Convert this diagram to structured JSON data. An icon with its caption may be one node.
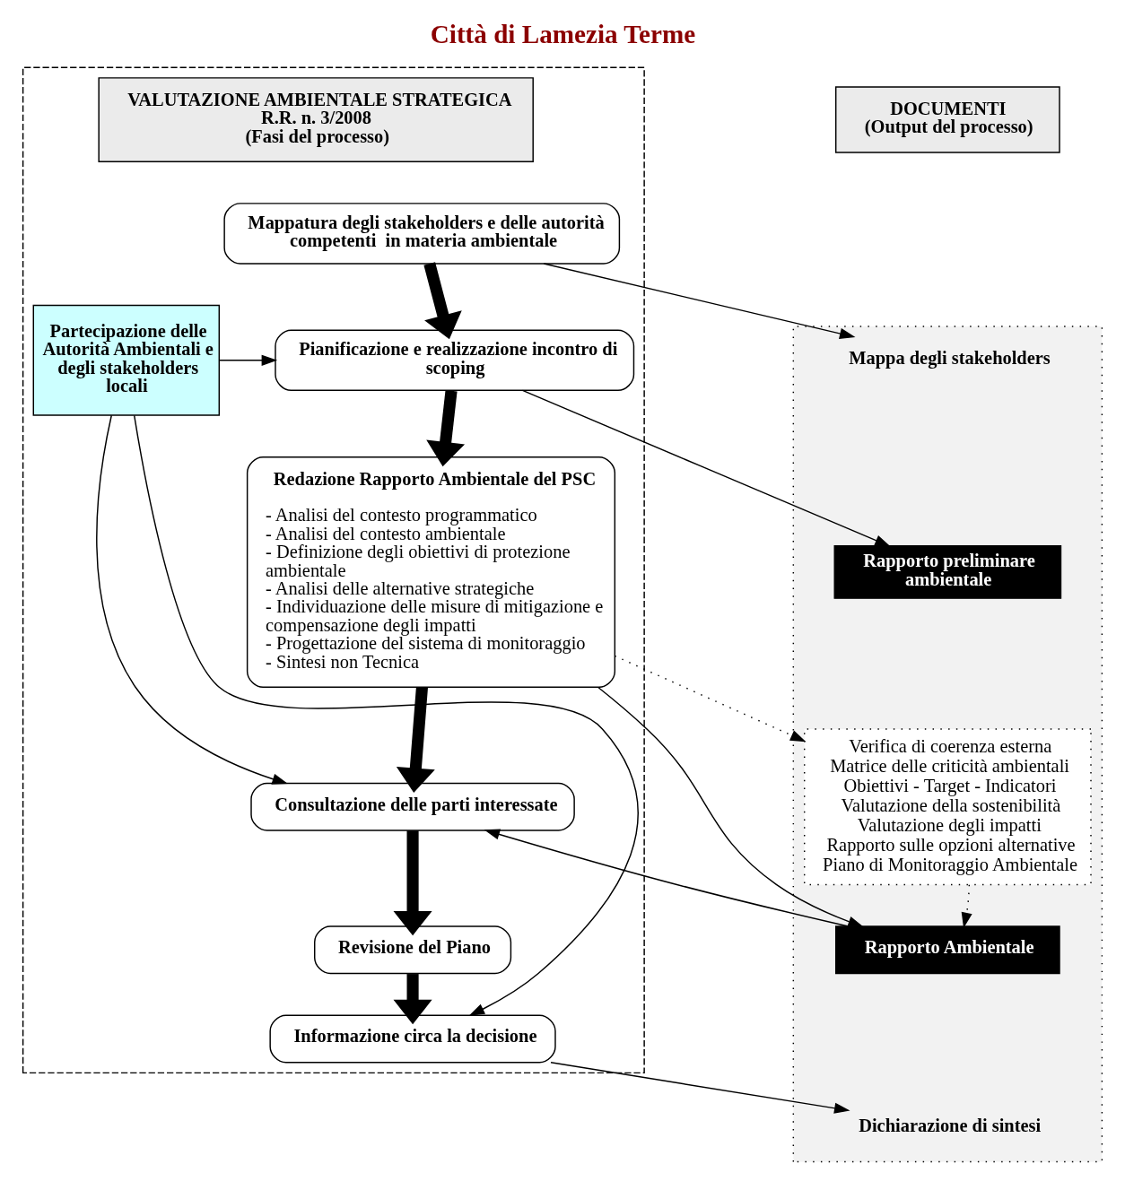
{
  "diagram": {
    "title": "Città di Lamezia Terme",
    "nodes": [
      {
        "text": [],
        "shape": "box"
      },
      {
        "text": [
          "VALUTAZIONE AMBIENTALE STRATEGICA",
          "R.R. n. 3/2008",
          "(Fasi del processo)"
        ],
        "in": 0
      },
      {
        "text": [
          "DOCUMENTI",
          "(Output del processo)"
        ]
      },
      {
        "text": [
          "Partecipazione delle Autorità Ambientali e degli stakeholders locali"
        ],
        "in": 0
      },
      {
        "text": [
          "Mappatura degli stakeholders e delle autorità competenti  in materia ambientale"
        ],
        "in": 0
      },
      {
        "text": [
          "Pianificazione e realizzazione incontro di scoping"
        ],
        "in": 0
      },
      {
        "text": [
          "Redazione Rapporto Ambientale del PSC",
          "- Analisi del contesto programmatico",
          "- Analisi del contesto ambientale",
          "- Definizione degli obiettivi di protezione ambientale",
          "- Analisi delle alternative strategiche",
          "- Individuazione delle misure di mitigazione e compensazione degli impatti",
          "- Progettazione del sistema di monitoraggio",
          "- Sintesi non Tecnica"
        ],
        "in": 0
      },
      {
        "text": [
          "Consultazione delle parti interessate"
        ],
        "in": 0
      },
      {
        "text": [
          "Revisione del Piano"
        ],
        "in": 0
      },
      {
        "text": [
          "Informazione circa la decisione"
        ],
        "in": 0
      },
      {
        "text": [],
        "shape": "box"
      },
      {
        "text": [
          "Mappa degli stakeholders"
        ],
        "in": 10
      },
      {
        "text": [
          "Rapporto preliminare ambientale"
        ],
        "in": 10
      },
      {
        "text": [
          "Verifica di coerenza esterna",
          "Matrice delle criticità ambientali",
          "Obiettivi - Target - Indicatori",
          "Valutazione della sostenibilità",
          "Valutazione degli impatti",
          "Rapporto sulle opzioni alternative",
          "Piano di Monitoraggio Ambientale"
        ],
        "in": 10
      },
      {
        "text": [
          "Rapporto Ambientale"
        ],
        "in": 10
      },
      {
        "text": [
          "Dichiarazione di sintesi"
        ],
        "in": 10
      }
    ],
    "edges": [
      {
        "from": 4,
        "to": 11,
        "arrow": "to"
      },
      {
        "from": 4,
        "to": 5,
        "arrow": "to",
        "style": "thick"
      },
      {
        "from": 3,
        "to": 5,
        "arrow": "to"
      },
      {
        "from": 5,
        "to": 12,
        "arrow": "to"
      },
      {
        "from": 5,
        "to": 6,
        "arrow": "to",
        "style": "thick"
      },
      {
        "from": 6,
        "to": 13,
        "arrow": "to",
        "style": "dashed"
      },
      {
        "from": 13,
        "to": 14,
        "arrow": "to",
        "style": "dashed"
      },
      {
        "from": 6,
        "to": 14,
        "arrow": "to"
      },
      {
        "from": 14,
        "to": 7,
        "arrow": "to"
      },
      {
        "from": 6,
        "to": 7,
        "arrow": "to",
        "style": "thick"
      },
      {
        "from": 3,
        "to": 7,
        "arrow": "to"
      },
      {
        "from": 7,
        "to": 8,
        "arrow": "to",
        "style": "thick"
      },
      {
        "from": 8,
        "to": 9,
        "arrow": "to",
        "style": "thick"
      },
      {
        "from": 3,
        "to": 9,
        "arrow": "to"
      },
      {
        "from": 9,
        "to": 15,
        "arrow": "to"
      }
    ]
  }
}
